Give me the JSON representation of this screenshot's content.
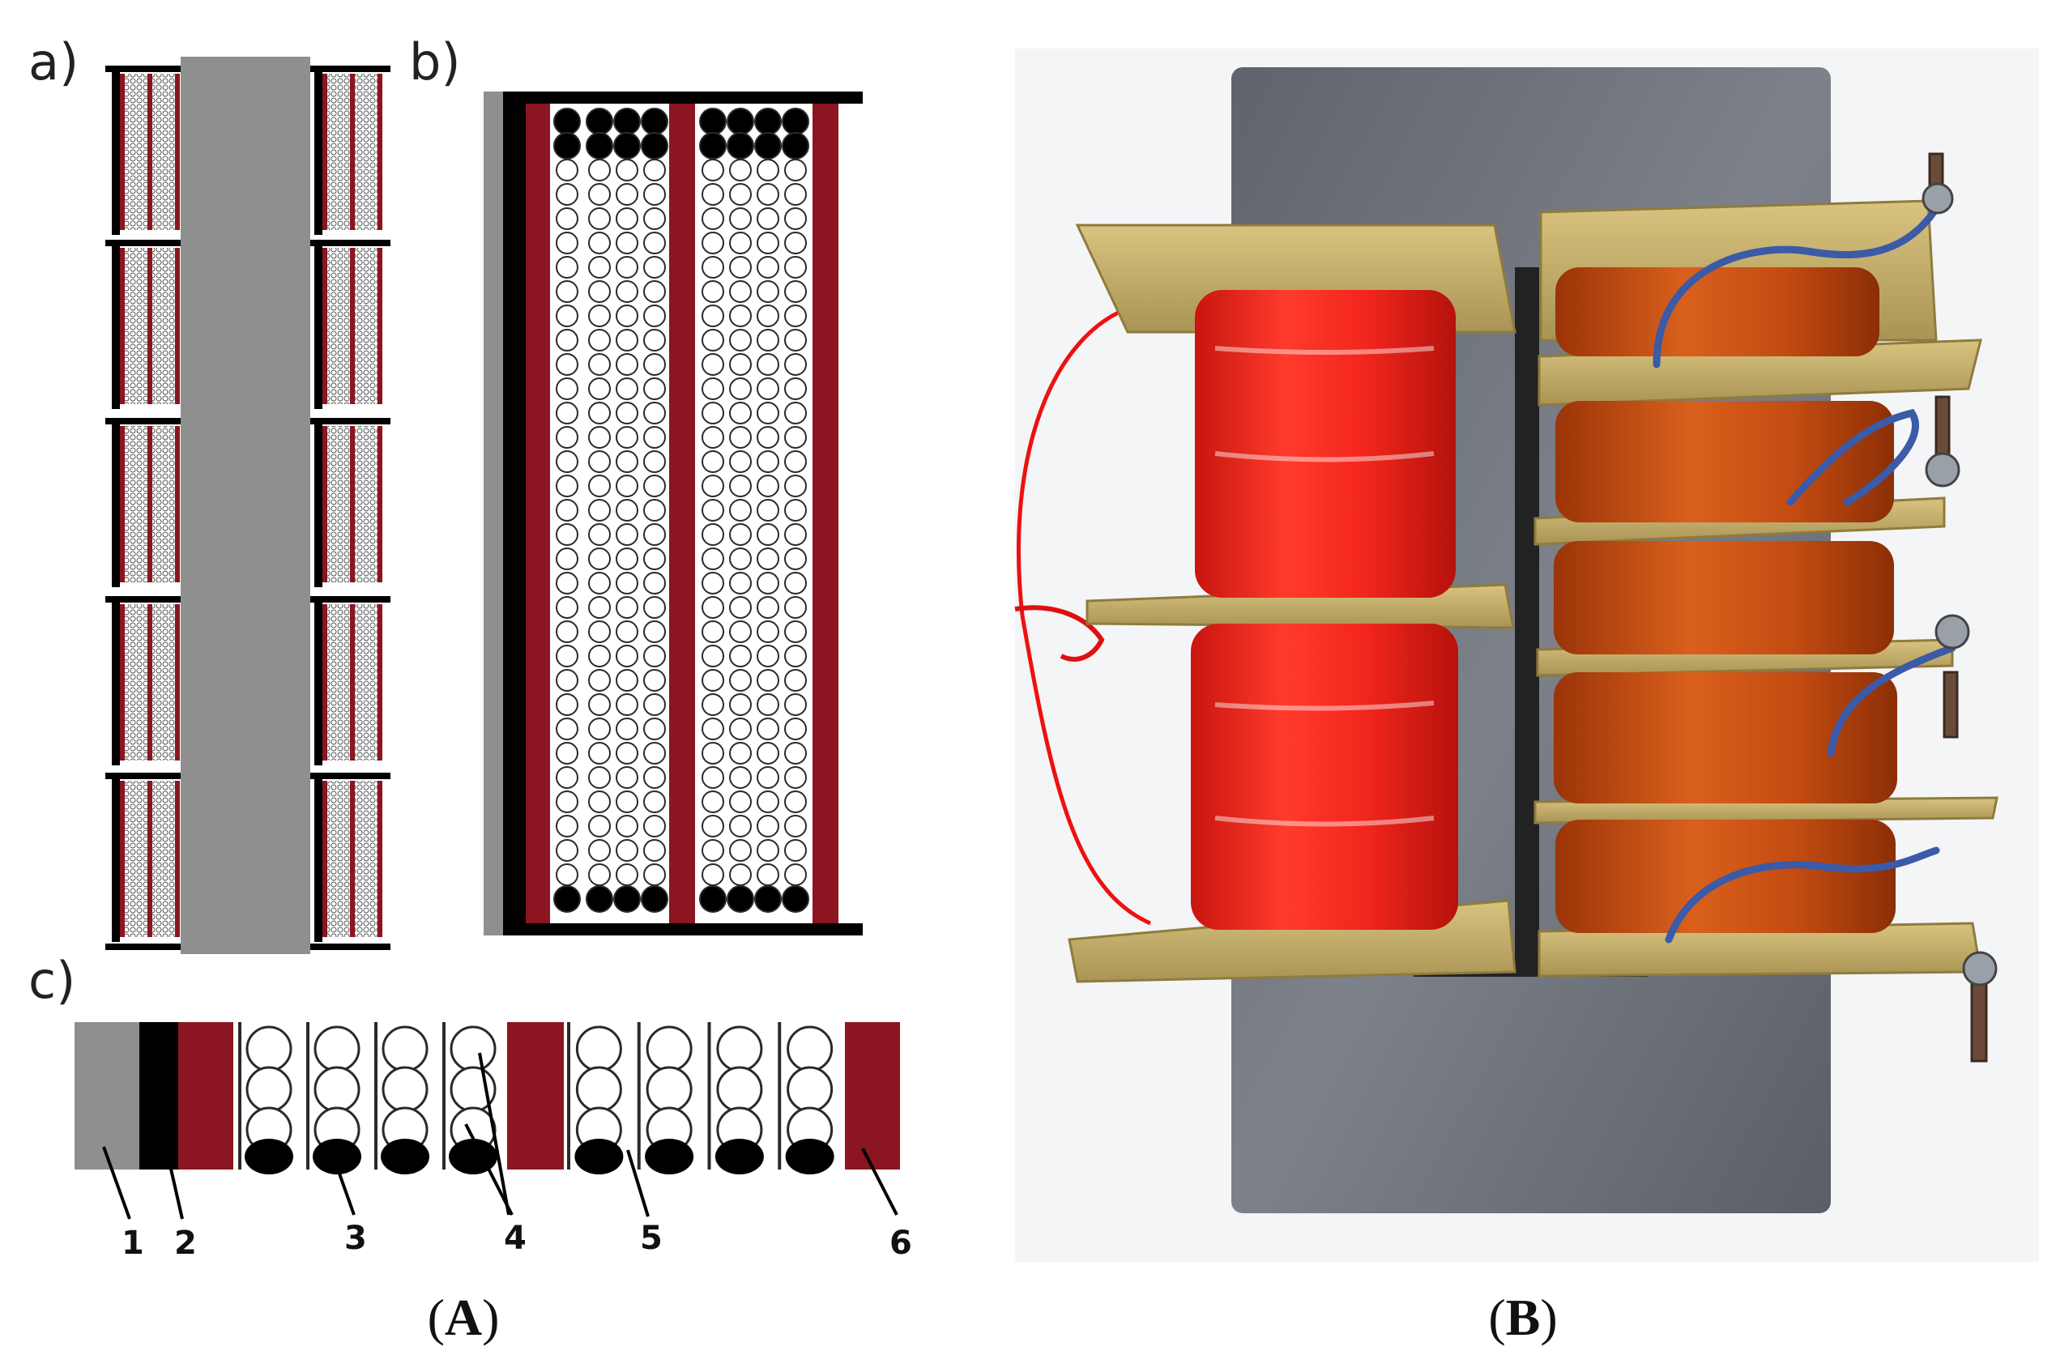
{
  "panels": {
    "a": "a)",
    "b": "b)",
    "c": "c)"
  },
  "callouts": [
    "1",
    "2",
    "3",
    "4",
    "5",
    "6"
  ],
  "captions": {
    "A": {
      "open": "(",
      "letter": "A",
      "close": ")"
    },
    "B": {
      "open": "(",
      "letter": "B",
      "close": ")"
    }
  },
  "colors": {
    "core": "#8f8f8f",
    "insulation_black": "#000000",
    "insulation_red": "#8b1520",
    "wire_outline": "#2a2a2a",
    "photo_background": "#f4f5f7",
    "photo_core": "#6f747c",
    "photo_bobbin": "#c7b070",
    "photo_coil_red": "#ee2a22",
    "photo_coil_copper": "#c04a14",
    "photo_lead_blue": "#3b5aa8"
  }
}
